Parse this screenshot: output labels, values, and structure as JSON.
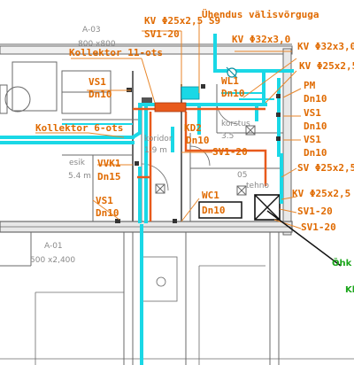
{
  "labels": {
    "kv25_s9": "KV Φ25x2,5 S9",
    "sv1_20_top": "SV1-20",
    "yhendus": "Ühendus välisvõrguga",
    "kv32_a": "KV Φ32x3,0",
    "kv32_b": "KV Φ32x3,0",
    "kollektor11": "Kollektor 11-ots",
    "kv25_right": "KV Φ25x2,5",
    "vs1_left": "VS1",
    "dn10_left": "Dn10",
    "wl1": "WL1",
    "dn10_wl1": "Dn10",
    "pm": "PM",
    "dn10_pm": "Dn10",
    "kollektor6": "Kollektor 6-ots",
    "kd2": "KD2",
    "dn10_kd2": "Dn10",
    "sv1_20_mid": "SV1-20",
    "vs1_r1": "VS1",
    "dn10_r1": "Dn10",
    "vs1_r2": "VS1",
    "dn10_r2": "Dn10",
    "vvk1": "VVK1",
    "dn15": "Dn15",
    "sv25": "SV Φ25x2,5",
    "kv25_lower": "KV Φ25x2,5 S",
    "vs1_bottom": "VS1",
    "dn10_bottom": "Dn10",
    "wc1": "WC1",
    "dn10_wc1": "Dn10",
    "sv1_20_b1": "SV1-20",
    "sv1_20_b2": "SV1-20"
  },
  "rooms": {
    "a03": "A-03",
    "a03_size": "800 x800",
    "esik": "esik",
    "esik_area": "5.4 m",
    "koridor": "koridor",
    "koridor_area": "1.9 m",
    "korstus": "korstus",
    "korstus_area": "3.5",
    "tehno": "tehno",
    "n05": "05",
    "a01": "A-01",
    "a01_size": "500 x2,400"
  },
  "side_labels": {
    "oh": "Õhk",
    "kl": "Kl"
  },
  "colors": {
    "cold_water": "#1ad8e6",
    "hot_water": "#e85a1c",
    "label": "#e06a00",
    "leader": "#e8862a",
    "wall": "#6a6a6a",
    "annotation": "#1aa51a"
  }
}
